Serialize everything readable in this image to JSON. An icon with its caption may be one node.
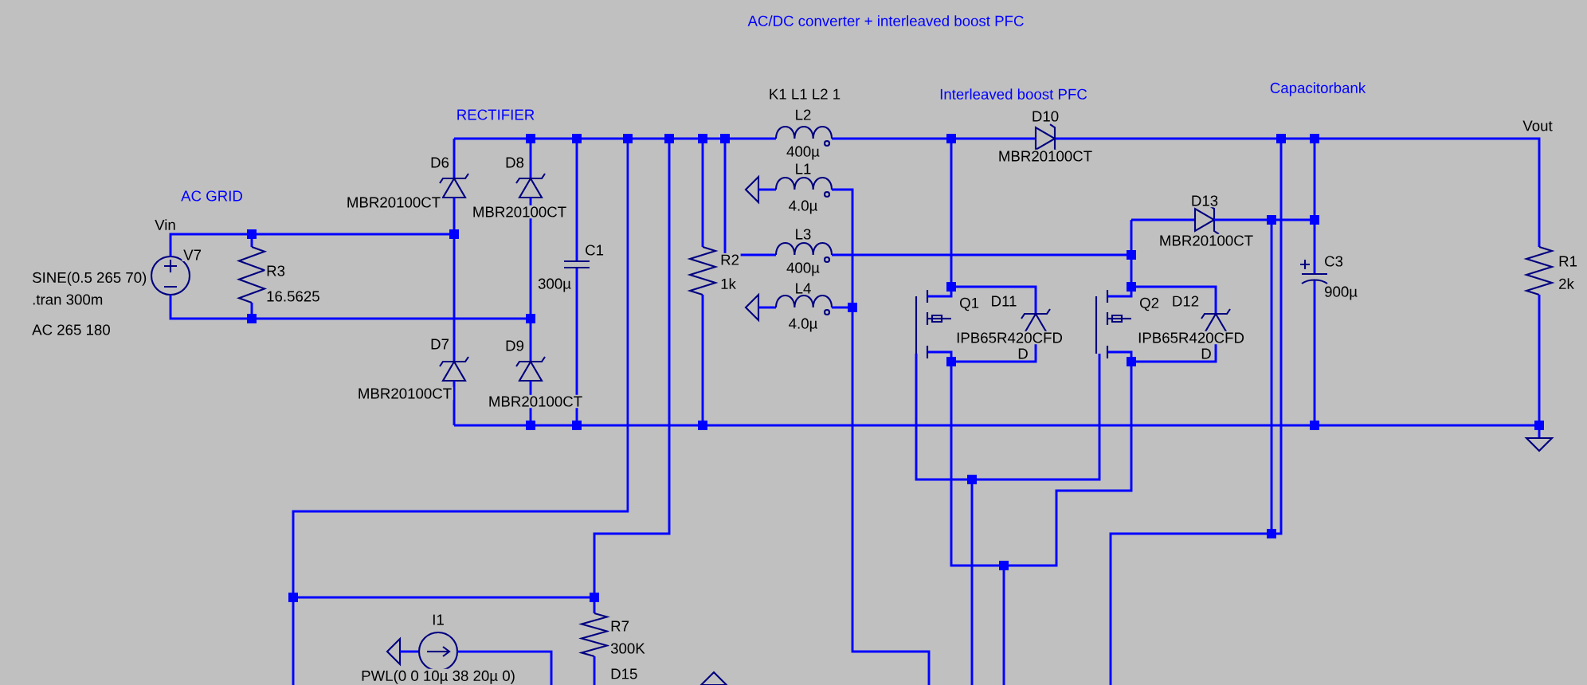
{
  "diagram": {
    "title": "AC/DC converter + interleaved boost PFC",
    "labels": [
      "AC GRID",
      "Vin",
      "V7",
      "SINE(0.5 265 70)",
      ".tran 300m",
      "AC 265 180",
      "R3",
      "16.5625",
      "RECTIFIER",
      "D6",
      "MBR20100CT",
      "D8",
      "MBR20100CT",
      "C1",
      "300µ",
      "D7",
      "MBR20100CT",
      "D9",
      "MBR20100CT",
      "K1 L1 L2 1",
      "L2",
      "400µ",
      "L1",
      "4.0µ",
      "R2",
      "1k",
      "L3",
      "400µ",
      "L4",
      "4.0µ",
      "Interleaved boost PFC",
      "D10",
      "MBR20100CT",
      "Q1",
      "D11",
      "IPB65R420CFD",
      "D",
      "Capacitorbank",
      "Vout",
      "D13",
      "MBR20100CT",
      "Q2",
      "D12",
      "IPB65R420CFD",
      "D",
      "C3",
      "900µ",
      "R1",
      "2k",
      "I1",
      "PWL(0 0 10µ 38 20µ 0)",
      "R7",
      "300K",
      "D15"
    ]
  }
}
